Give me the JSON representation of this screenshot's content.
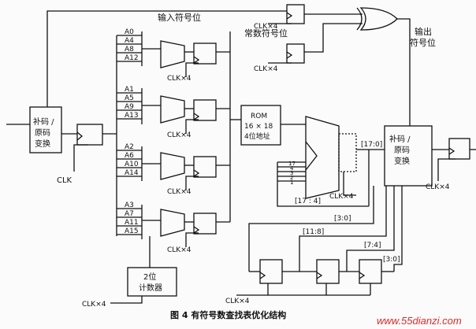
{
  "labels": {
    "input_sign_bit": "输入符号位",
    "const_sign_bit": "常数符号位",
    "output_sign_bit_line1": "输出",
    "output_sign_bit_line2": "符号位",
    "conv_in_line1": "补码 /",
    "conv_in_line2": "原码",
    "conv_in_line3": "变换",
    "conv_out_line1": "补码 /",
    "conv_out_line2": "原码",
    "conv_out_line3": "变换",
    "rom_line1": "ROM",
    "rom_line2": "16 × 18",
    "rom_line3": "4位地址",
    "counter_line1": "2位",
    "counter_line2": "计数器",
    "clk": "CLK",
    "clk4": "CLK×4",
    "bus_17_0": "[17:0]",
    "bus_17_4": "[17 : 4]",
    "bus_3_0_a": "[3:0]",
    "bus_11_8": "[11:8]",
    "bus_7_4": "[7:4]",
    "bus_3_0_b": "[3:0]",
    "adder_inputs": [
      "17",
      "4",
      "3",
      "2",
      "1"
    ],
    "caption": "图 4  有符号数查找表优化结构",
    "watermark": "www.55dianzi.com"
  },
  "mux_groups": [
    {
      "inputs": [
        "A0",
        "A4",
        "A8",
        "A12"
      ],
      "clock": "CLK×4"
    },
    {
      "inputs": [
        "A1",
        "A5",
        "A9",
        "A13"
      ],
      "clock": "CLK×4"
    },
    {
      "inputs": [
        "A2",
        "A6",
        "A10",
        "A14"
      ],
      "clock": "CLK×4"
    },
    {
      "inputs": [
        "A3",
        "A7",
        "A11",
        "A15"
      ],
      "clock": "CLK×4"
    }
  ]
}
